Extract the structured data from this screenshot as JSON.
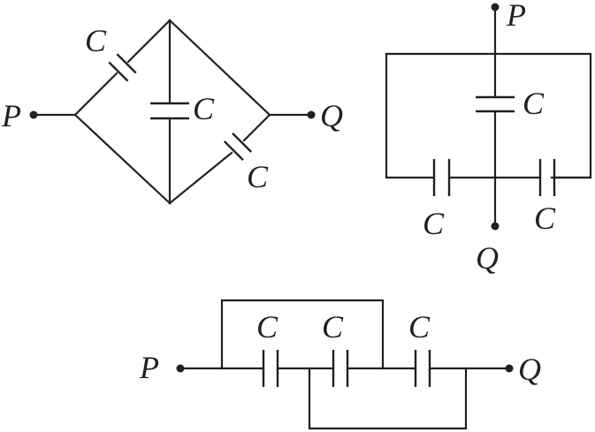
{
  "diagrams": {
    "diamond": {
      "terminal_left": "P",
      "terminal_right": "Q",
      "cap_upper_left": "C",
      "cap_middle": "C",
      "cap_lower_right": "C"
    },
    "box": {
      "terminal_top": "P",
      "terminal_bottom": "Q",
      "cap_middle": "C",
      "cap_left": "C",
      "cap_right": "C"
    },
    "series": {
      "terminal_left": "P",
      "terminal_right": "Q",
      "cap_1": "C",
      "cap_2": "C",
      "cap_3": "C"
    }
  }
}
